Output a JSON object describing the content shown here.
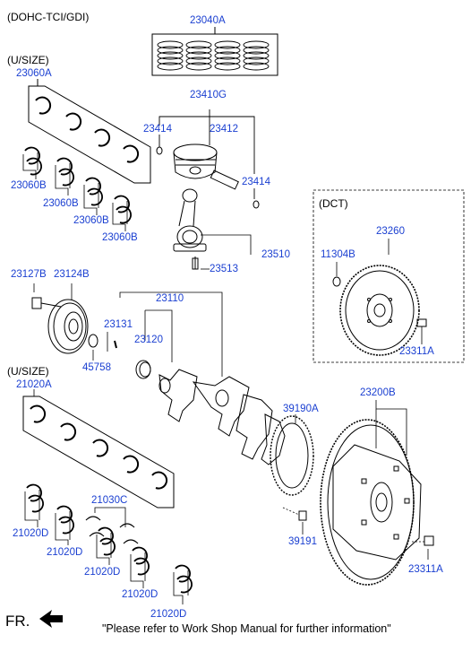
{
  "header": {
    "engine": "(DOHC-TCI/GDI)",
    "usize_top": "(U/SIZE)",
    "usize_bottom": "(U/SIZE)",
    "dct": "(DCT)"
  },
  "parts": {
    "piston_ring_set": "23040A",
    "upper_bearing_set": "23060A",
    "bearing_b1": "23060B",
    "bearing_b2": "23060B",
    "bearing_b3": "23060B",
    "bearing_b4": "23060B",
    "piston_assy": "23410G",
    "snap_ring_left": "23414",
    "piston_pin": "23412",
    "snap_ring_right": "23414",
    "conrod_assy": "23510",
    "conrod_bolt": "23513",
    "pulley_bolt": "23127B",
    "damper_pulley": "23124B",
    "crankshaft_assy": "23110",
    "key": "23131",
    "sprocket": "23120",
    "oil_seal": "45758",
    "main_bearing_set": "21020A",
    "thrust_washer": "21030C",
    "main_d1": "21020D",
    "main_d2": "21020D",
    "main_d3": "21020D",
    "main_d4": "21020D",
    "main_d5": "21020D",
    "target_wheel": "39190A",
    "target_bolt": "39191",
    "flywheel_assy": "23200B",
    "flywheel_bolt": "23311A",
    "dct_flywheel": "23260",
    "dct_pin": "11304B",
    "dct_bolt": "23311A"
  },
  "footer": {
    "fr_label": "FR.",
    "note": "\"Please refer to Work Shop Manual for further information\""
  },
  "colors": {
    "label": "#1a3fd1",
    "line": "#000000"
  }
}
